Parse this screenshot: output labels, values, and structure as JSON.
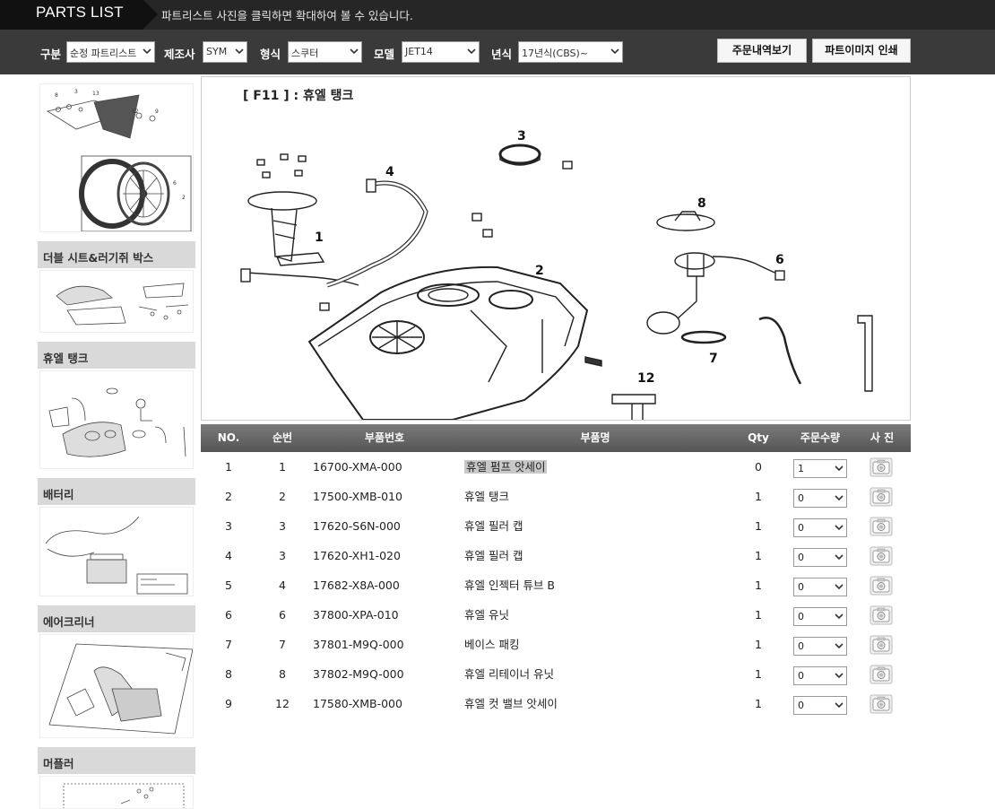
{
  "header": {
    "title": "PARTS LIST",
    "notice": "파트리스트 사진을 클릭하면 확대하여 볼 수 있습니다."
  },
  "filters": [
    {
      "label": "구분",
      "value": "순정 파트리스트"
    },
    {
      "label": "제조사",
      "value": "SYM"
    },
    {
      "label": "형식",
      "value": "스쿠터"
    },
    {
      "label": "모델",
      "value": "JET14"
    },
    {
      "label": "년식",
      "value": "17년식(CBS)~"
    }
  ],
  "buttons": {
    "order_history": "주문내역보기",
    "print_image": "파트이미지 인쇄"
  },
  "sidebar": {
    "sections": [
      "더블 시트&러기쥐 박스",
      "휴엘 탱크",
      "배터리",
      "에어크리너",
      "머플러"
    ]
  },
  "diagram": {
    "title": "[ F11 ] : 휴엘 탱크",
    "callouts": [
      "1",
      "2",
      "3",
      "4",
      "6",
      "7",
      "8",
      "12"
    ]
  },
  "table": {
    "headers": [
      "NO.",
      "순번",
      "부품번호",
      "부품명",
      "Qty",
      "주문수량",
      "사 진"
    ],
    "rows": [
      {
        "no": "1",
        "seq": "1",
        "part_no": "16700-XMA-000",
        "name": "휴엘 펌프 앗세이",
        "qty": "0",
        "order": "1",
        "highlight": true
      },
      {
        "no": "2",
        "seq": "2",
        "part_no": "17500-XMB-010",
        "name": "휴엘 탱크",
        "qty": "1",
        "order": "0"
      },
      {
        "no": "3",
        "seq": "3",
        "part_no": "17620-S6N-000",
        "name": "휴엘 필러 캡",
        "qty": "1",
        "order": "0"
      },
      {
        "no": "4",
        "seq": "3",
        "part_no": "17620-XH1-020",
        "name": "휴엘 필러 캡",
        "qty": "1",
        "order": "0"
      },
      {
        "no": "5",
        "seq": "4",
        "part_no": "17682-X8A-000",
        "name": "휴엘 인젝터 튜브 B",
        "qty": "1",
        "order": "0"
      },
      {
        "no": "6",
        "seq": "6",
        "part_no": "37800-XPA-010",
        "name": "휴엘 유닛",
        "qty": "1",
        "order": "0"
      },
      {
        "no": "7",
        "seq": "7",
        "part_no": "37801-M9Q-000",
        "name": "베이스 패킹",
        "qty": "1",
        "order": "0"
      },
      {
        "no": "8",
        "seq": "8",
        "part_no": "37802-M9Q-000",
        "name": "휴엘 리테이너 유닛",
        "qty": "1",
        "order": "0"
      },
      {
        "no": "9",
        "seq": "12",
        "part_no": "17580-XMB-000",
        "name": "휴엘 컷 밸브 앗세이",
        "qty": "1",
        "order": "0"
      }
    ]
  }
}
